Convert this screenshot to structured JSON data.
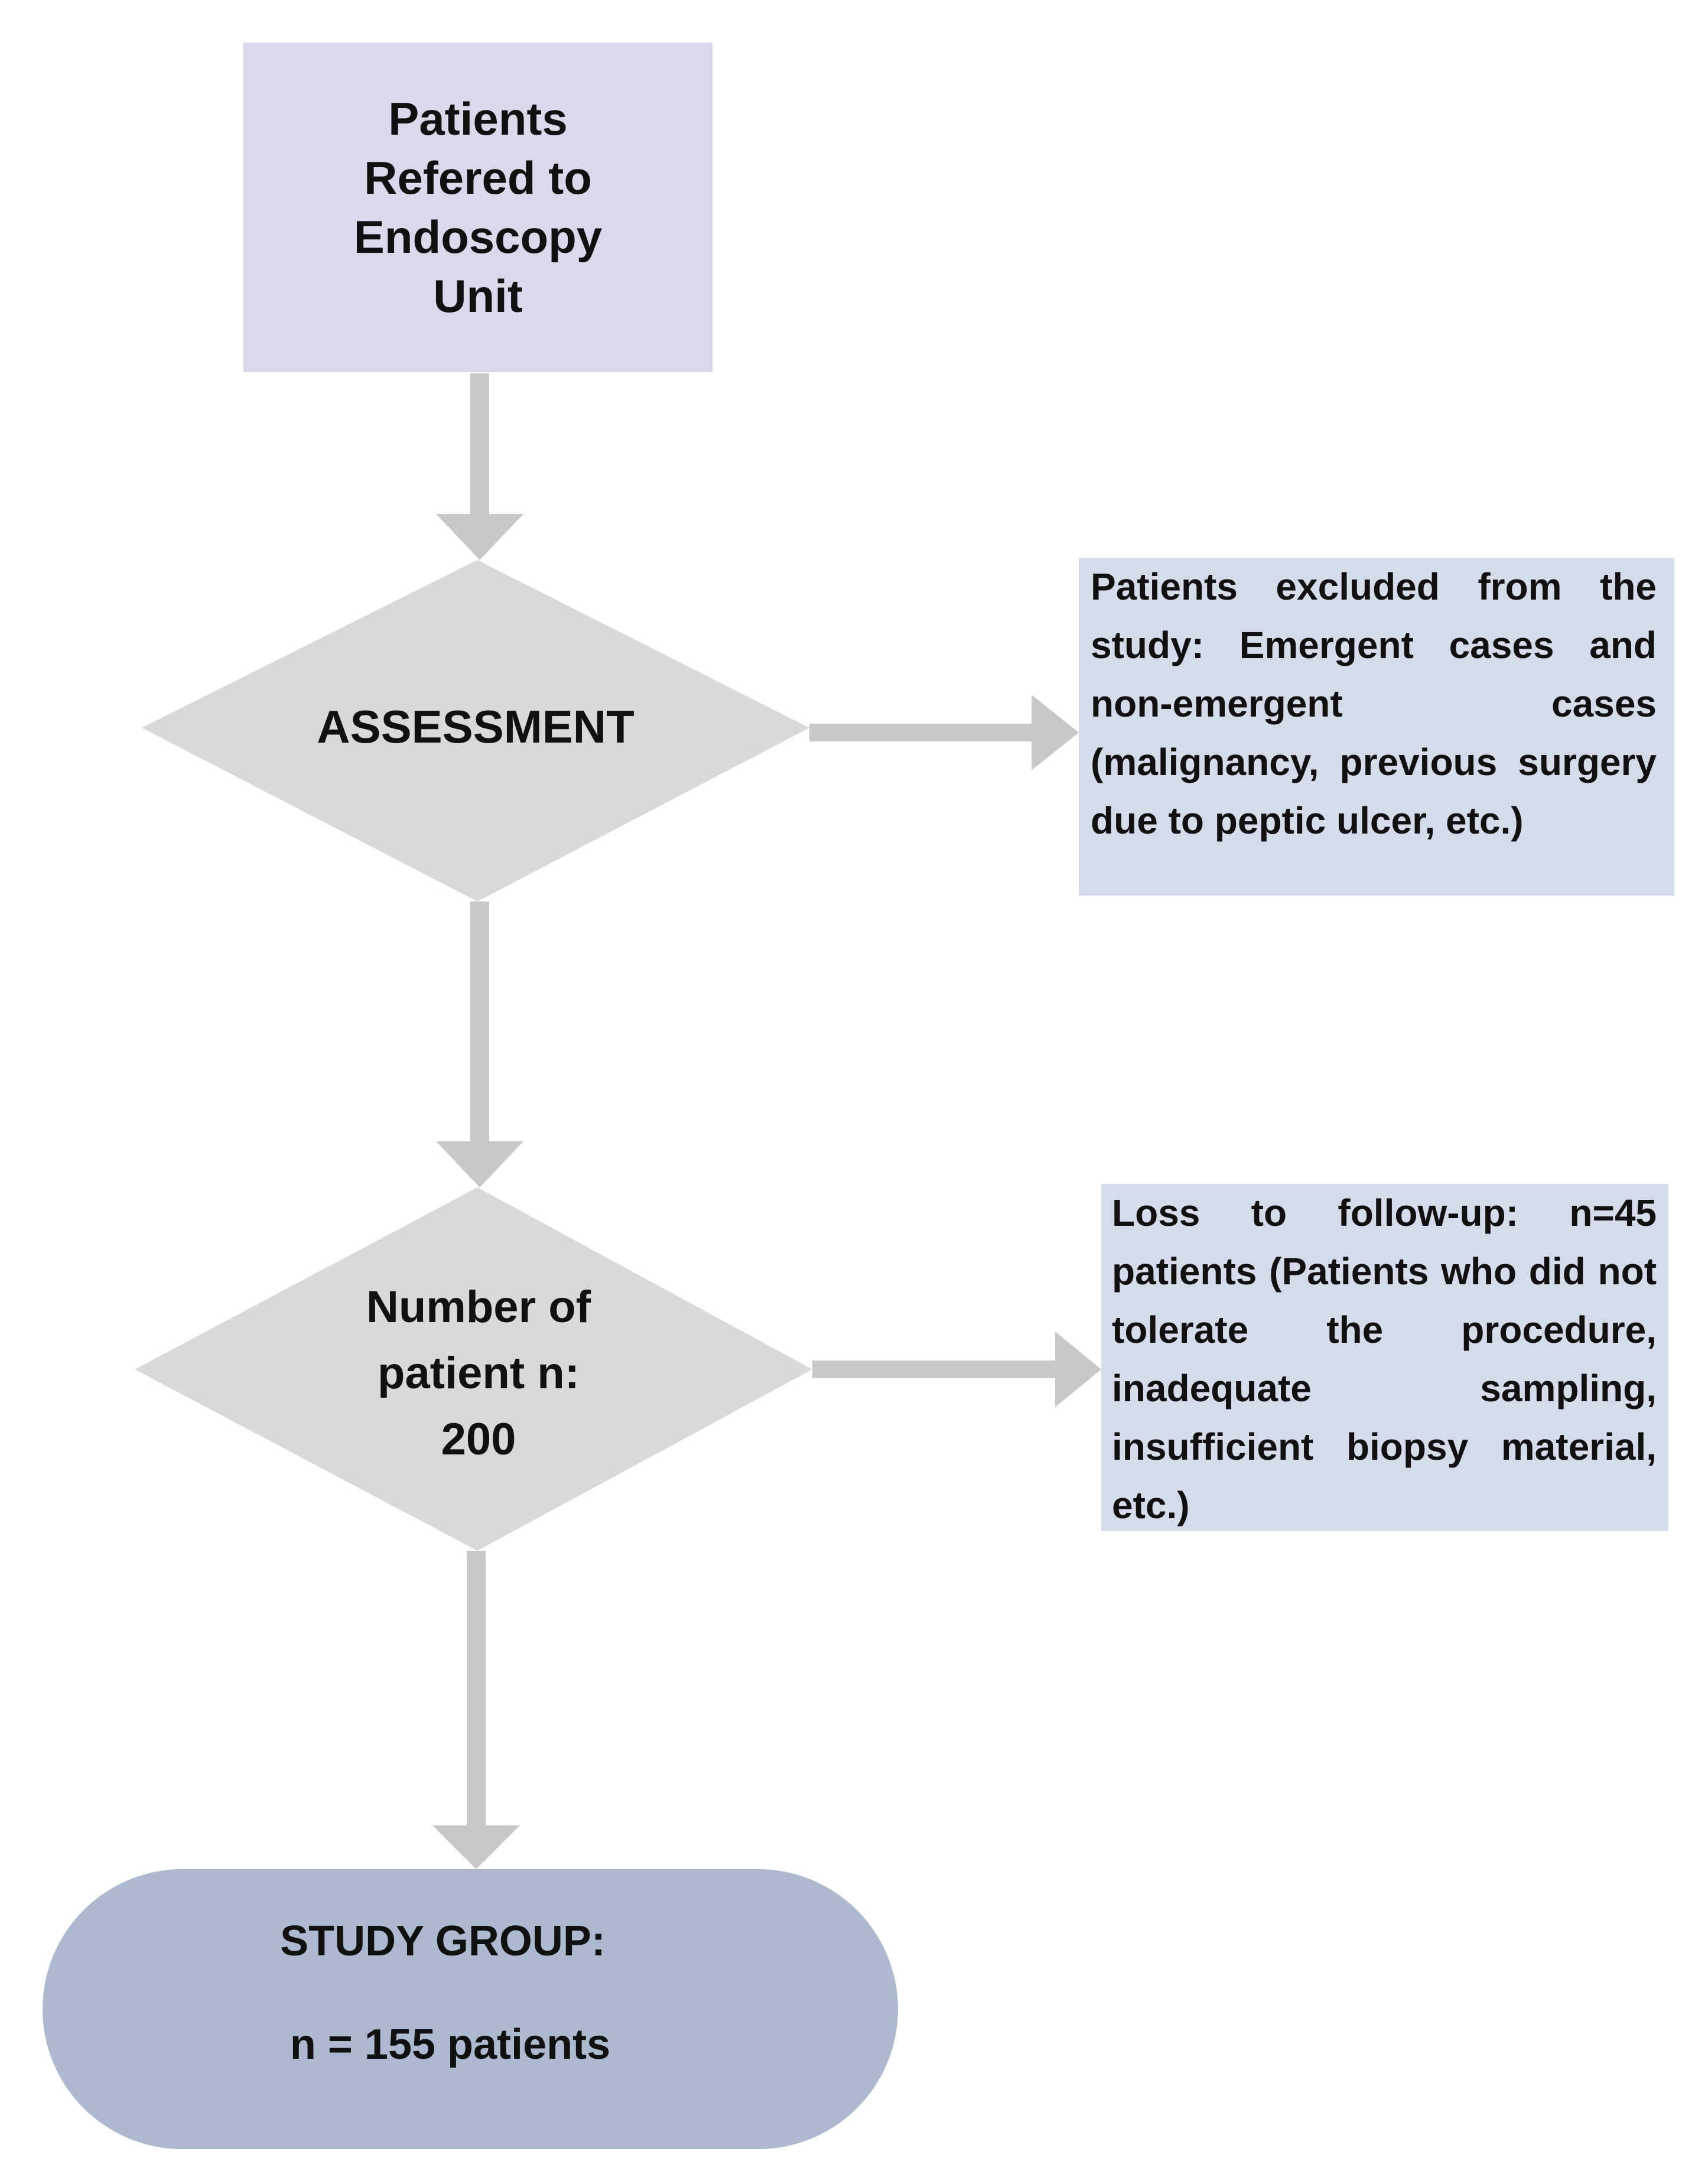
{
  "nodes": {
    "start": {
      "label": "Patients Refered to Endoscopy Unit"
    },
    "assessment": {
      "label": "ASSESSMENT"
    },
    "number_of_patients": {
      "line1": "Number of",
      "line2": "patient n:",
      "line3": "200"
    },
    "excluded": {
      "text": "Patients excluded from the study: Emergent cases and non-emergent cases (malignancy, previous surgery due to peptic ulcer, etc.)"
    },
    "loss_to_follow_up": {
      "text": "Loss to follow-up: n=45 patients (Patients who did not tolerate the procedure, inadequate sampling, insufficient biopsy material, etc.)"
    },
    "study_group": {
      "title": "STUDY GROUP:",
      "count": "n = 155 patients"
    }
  },
  "colors": {
    "start_fill": "#d9d9ec",
    "decision_fill": "#d9d9d9",
    "side_box_fill": "#d3dce8",
    "study_group_fill": "#adb9cf",
    "arrow": "#c8c8c8"
  }
}
